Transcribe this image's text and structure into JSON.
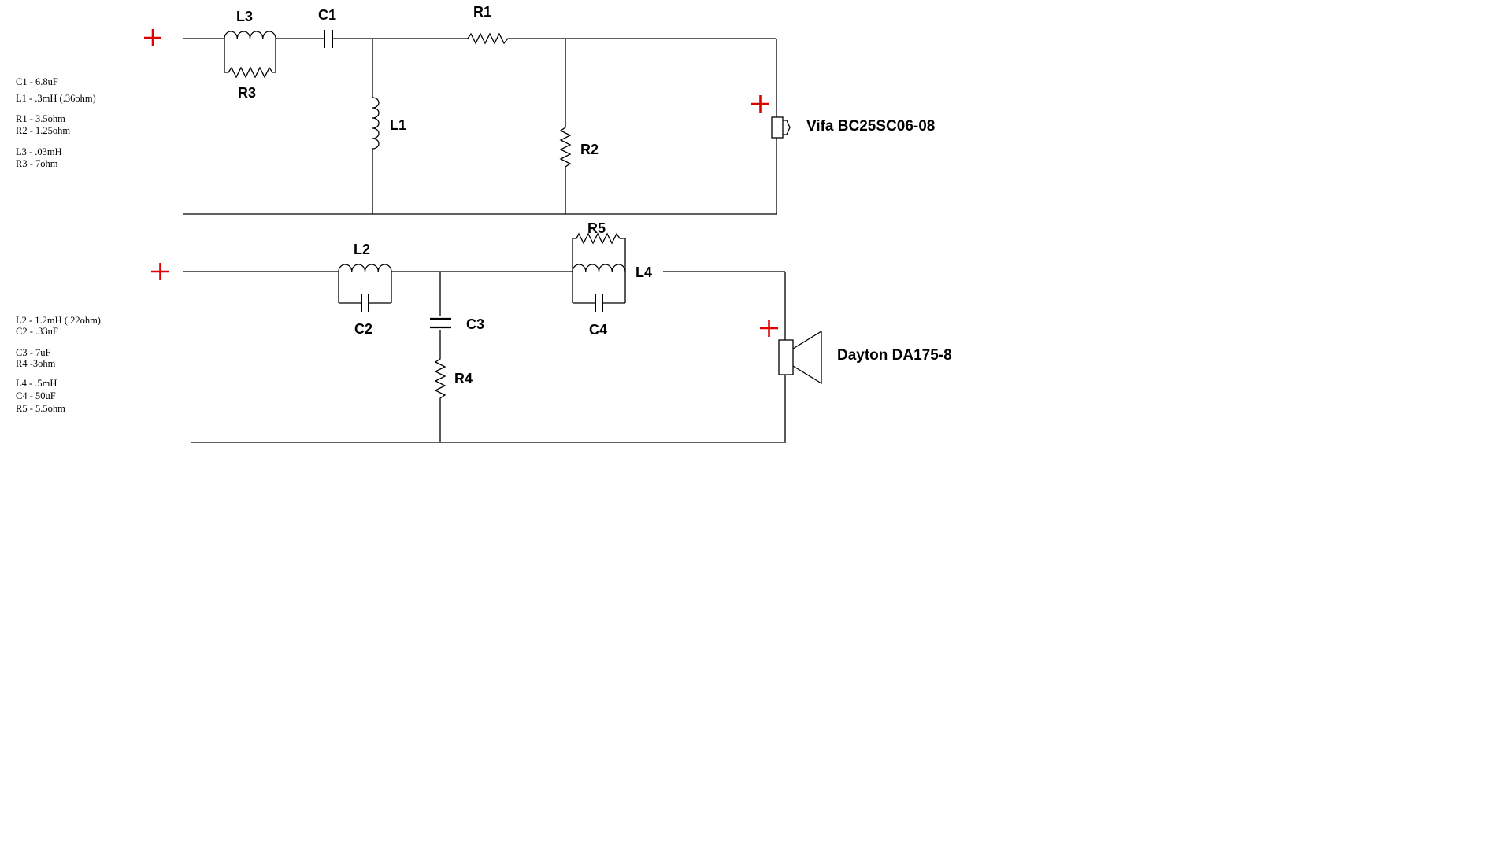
{
  "tweeter_circuit": {
    "speaker_label": "Vifa BC25SC06-08",
    "components": {
      "L3": "L3",
      "R3": "R3",
      "C1": "C1",
      "R1": "R1",
      "L1": "L1",
      "R2": "R2"
    },
    "notes": [
      "C1 - 6.8uF",
      "L1 - .3mH (.36ohm)",
      "R1 - 3.5ohm",
      "R2 - 1.25ohm",
      "L3 - .03mH",
      "R3 - 7ohm"
    ]
  },
  "woofer_circuit": {
    "speaker_label": "Dayton DA175-8",
    "components": {
      "L2": "L2",
      "C2": "C2",
      "C3": "C3",
      "R4": "R4",
      "R5": "R5",
      "L4": "L4",
      "C4": "C4"
    },
    "notes": [
      "L2 - 1.2mH (.22ohm)",
      "C2 -  .33uF",
      "C3 - 7uF",
      "R4 -3ohm",
      "L4 - .5mH",
      "C4 - 50uF",
      "R5 - 5.5ohm"
    ]
  },
  "colors": {
    "wire": "#000000",
    "polarity_marker": "#e00000",
    "background": "#ffffff"
  }
}
